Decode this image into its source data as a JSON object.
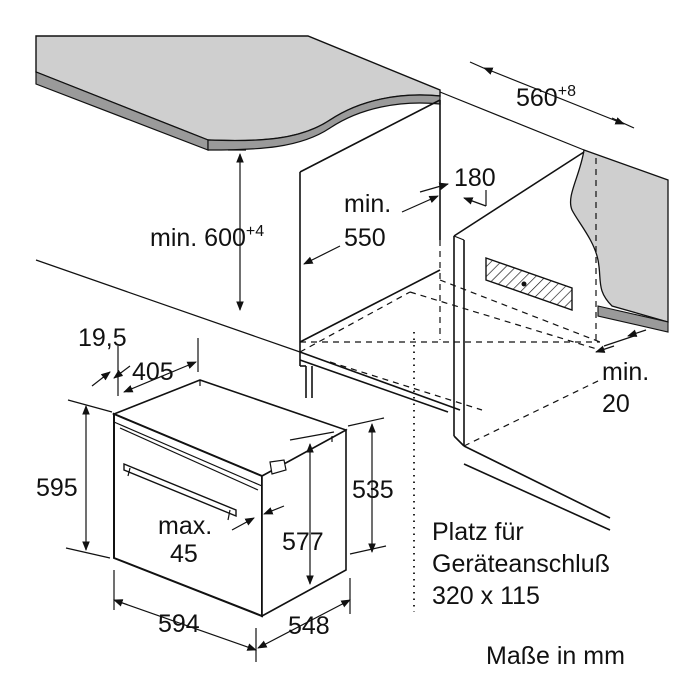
{
  "dimensions": {
    "width_560": "560",
    "width_560_tol": "+8",
    "depth_180": "180",
    "min_550_line1": "min.",
    "min_550_line2": "550",
    "min_600": "min. 600",
    "min_600_tol": "+4",
    "front_19_5": "19,5",
    "depth_405": "405",
    "height_595": "595",
    "height_535": "535",
    "height_577": "577",
    "max45_line1": "max.",
    "max45_line2": "45",
    "width_594": "594",
    "depth_548": "548",
    "min20_line1": "min.",
    "min20_line2": "20"
  },
  "connection_note": {
    "line1": "Platz für",
    "line2": "Geräteanschluß",
    "line3": "320 x 115"
  },
  "units_note": "Maße in mm"
}
